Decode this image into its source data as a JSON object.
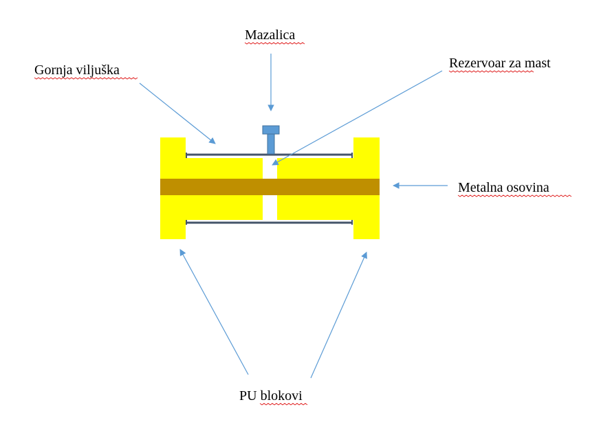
{
  "labels": {
    "mazalica": "Mazalica",
    "gornja_viljuska": "Gornja viljuška",
    "rezervoar": "Rezervoar za mast",
    "metalna_osovina": "Metalna osovina",
    "pu_blokovi": "PU blokovi"
  },
  "colors": {
    "pu_block": "#ffff00",
    "shaft": "#bf8f00",
    "arrow": "#5b9bd5",
    "fork_line": "#44546a",
    "grease_nipple": "#5b9bd5",
    "spellcheck": "#e02020"
  }
}
